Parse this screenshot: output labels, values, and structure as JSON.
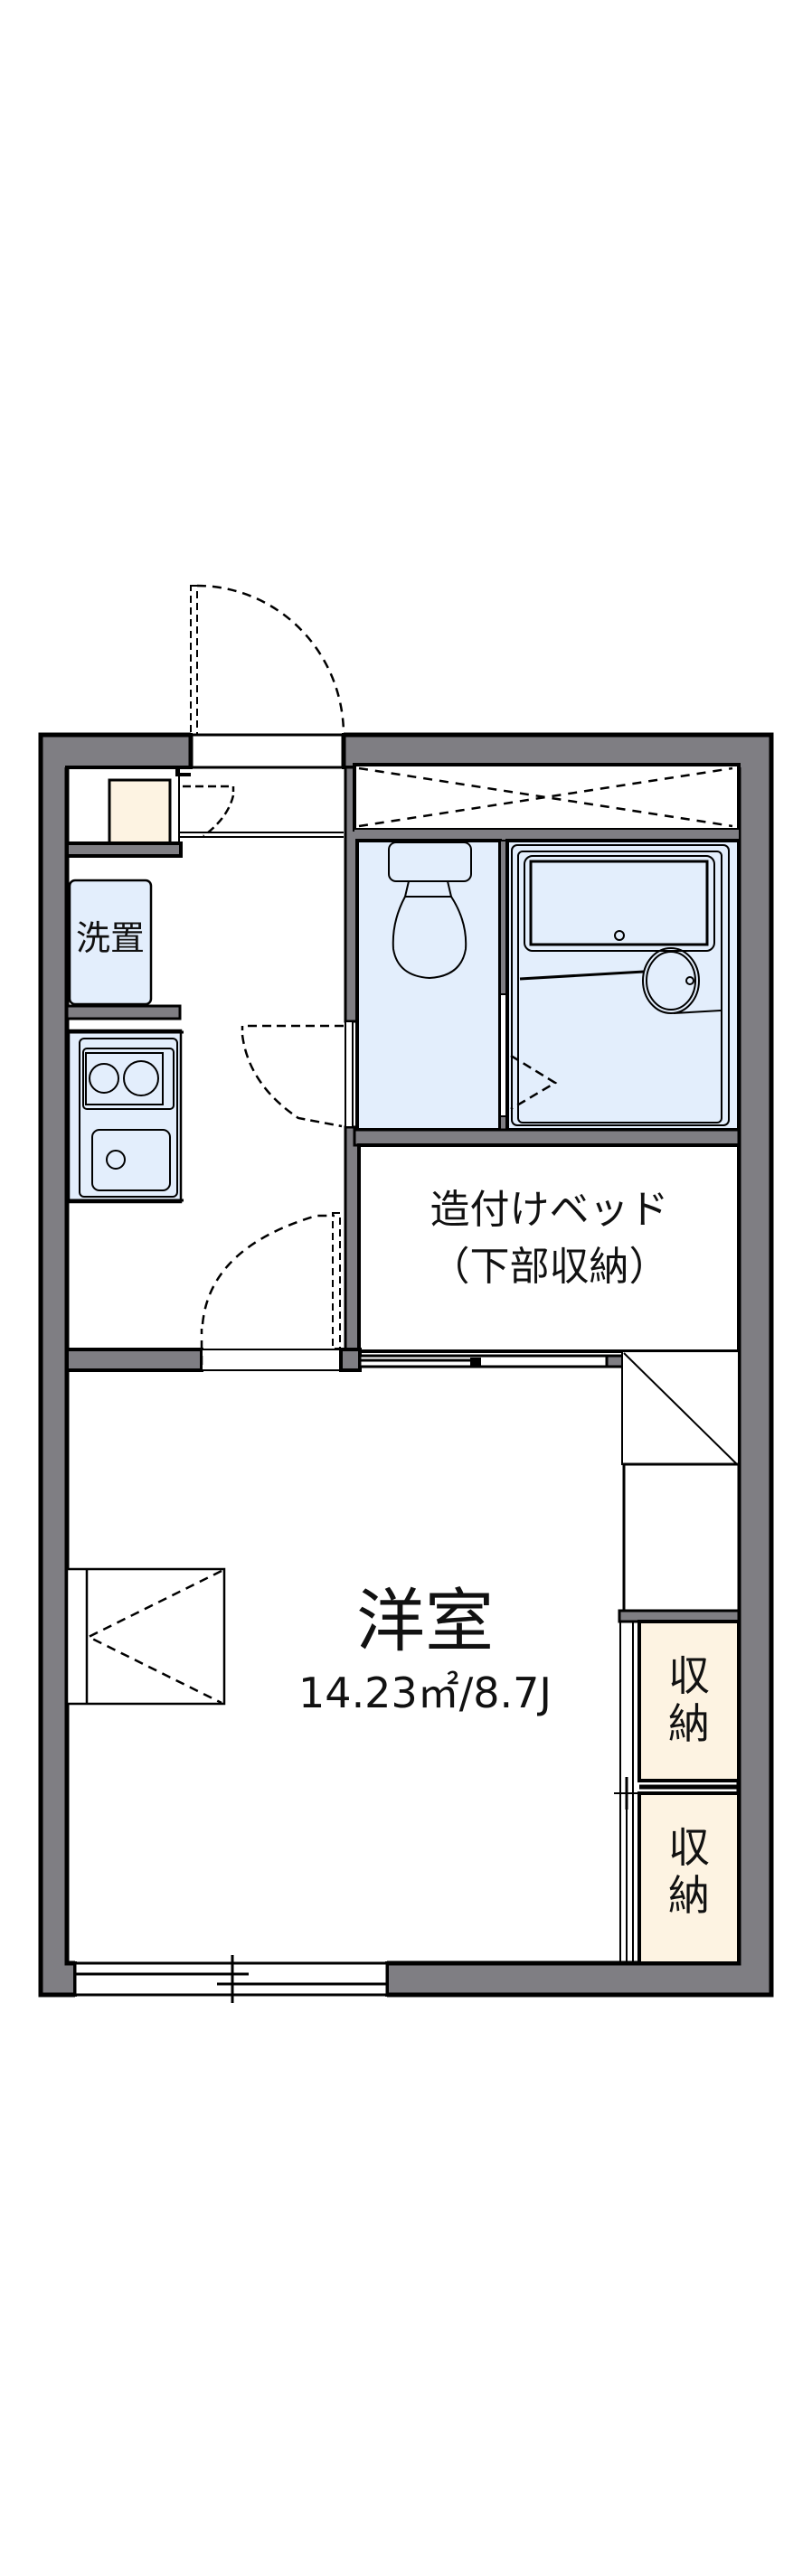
{
  "plan": {
    "colors": {
      "wall": "#7f7e83",
      "outline": "#000000",
      "wet_area": "#e3eefc",
      "storage": "#fdf3e2",
      "background": "#ffffff"
    },
    "rooms": {
      "washer": {
        "label": "洗置"
      },
      "built_in_bed": {
        "label_line1": "造付けベッド",
        "label_line2": "（下部収納）"
      },
      "western_room": {
        "label": "洋室",
        "area": "14.23㎡/8.7J"
      },
      "storage_upper": {
        "label_line1": "収",
        "label_line2": "納"
      },
      "storage_lower": {
        "label_line1": "収",
        "label_line2": "納"
      }
    },
    "fixtures": [
      "entrance-door",
      "shoe-box",
      "washing-machine-space",
      "kitchen-stove",
      "kitchen-sink",
      "toilet",
      "unit-bath",
      "loft-opening",
      "closet",
      "balcony-window",
      "air-conditioner-outline"
    ]
  }
}
